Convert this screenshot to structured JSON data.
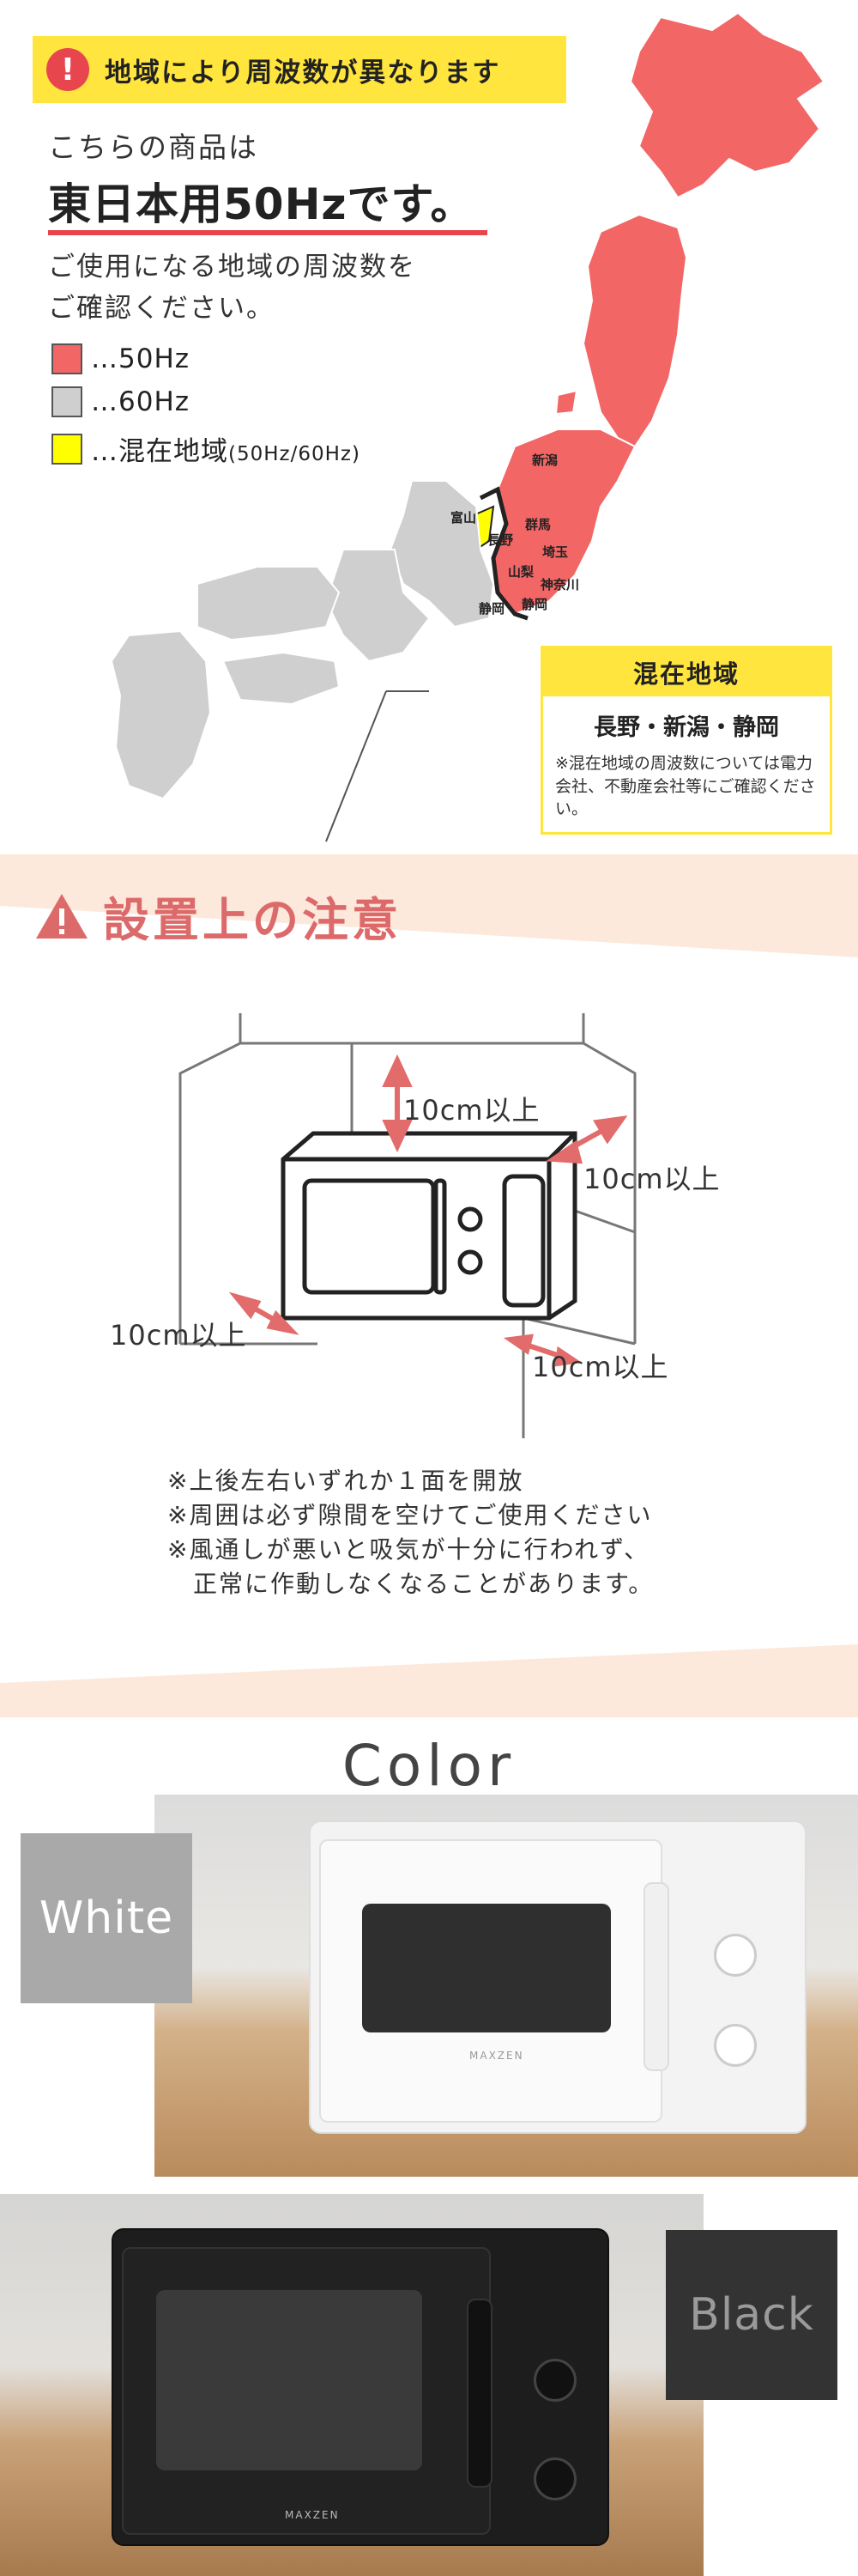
{
  "frequency": {
    "banner_text": "地域により周波数が異なります",
    "banner_icon": "!",
    "intro": "こちらの商品は",
    "headline": "東日本用50Hzです。",
    "desc_line1": "ご使用になる地域の周波数を",
    "desc_line2": "ご確認ください。",
    "legend": [
      {
        "color": "#f26666",
        "label": "…50Hz",
        "sub": ""
      },
      {
        "color": "#cfcfcf",
        "label": "…60Hz",
        "sub": ""
      },
      {
        "color": "#ffff00",
        "label": "…混在地域",
        "sub": "(50Hz/60Hz)"
      }
    ],
    "prefecture_labels": [
      "新潟",
      "富山",
      "長野",
      "群馬",
      "埼玉",
      "山梨",
      "神奈川",
      "静岡",
      "静岡"
    ],
    "mixed_box": {
      "title": "混在地域",
      "regions": "長野・新潟・静岡",
      "note": "※混在地域の周波数については電力会社、不動産会社等にご確認ください。"
    },
    "colors": {
      "east": "#f26666",
      "west": "#cfcfcf",
      "mixed": "#ffff00",
      "accent": "#e8464f",
      "banner": "#ffe53d"
    }
  },
  "install": {
    "title": "設置上の注意",
    "icon": "warning-triangle-icon",
    "clearances": [
      "10cm以上",
      "10cm以上",
      "10cm以上",
      "10cm以上"
    ],
    "notes": [
      "※上後左右いずれか１面を開放",
      "※周囲は必ず隙間を空けてご使用ください",
      "※風通しが悪いと吸気が十分に行われず、",
      "　正常に作動しなくなることがあります。"
    ],
    "colors": {
      "background": "#fce9dc",
      "title": "#dd6a6a",
      "arrow": "#e26b6b"
    }
  },
  "color_section": {
    "title": "Color",
    "white_label": "White",
    "black_label": "Black",
    "brand": "MAXZEN"
  }
}
